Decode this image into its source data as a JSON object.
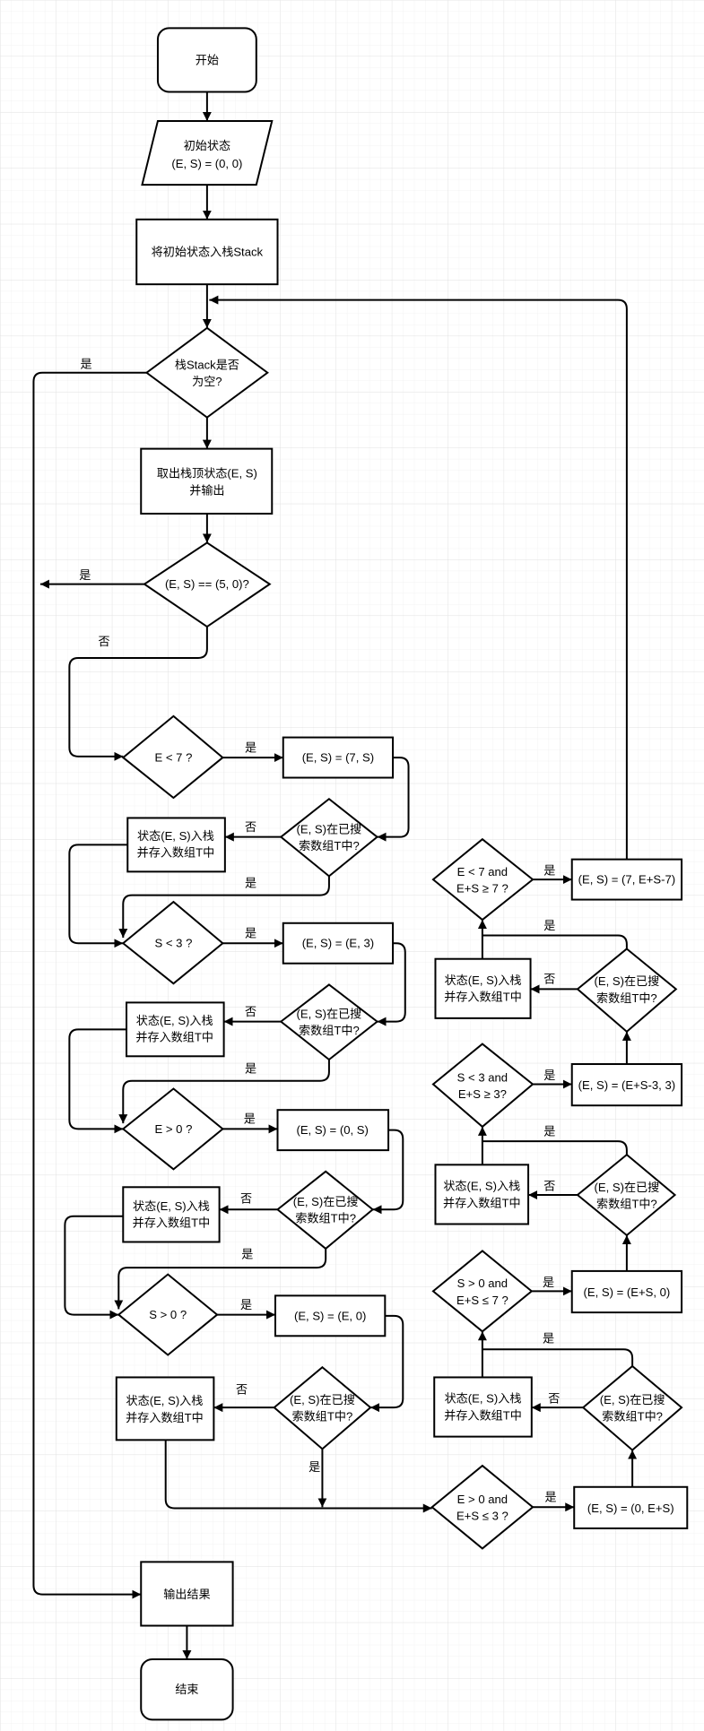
{
  "start": {
    "label": "开始"
  },
  "init_state": {
    "lines": [
      "初始状态",
      "(E, S) = (0, 0)"
    ]
  },
  "push_init": {
    "label": "将初始状态入栈Stack"
  },
  "stack_empty": {
    "lines": [
      "栈Stack是否",
      "为空?"
    ],
    "yes": "是"
  },
  "pop_top": {
    "lines": [
      "取出栈顶状态(E, S)",
      "并输出"
    ]
  },
  "goal_test": {
    "label": "(E, S) == (5, 0)?",
    "yes": "是",
    "no": "否"
  },
  "branches": [
    {
      "condition": [
        "E < 7 ?"
      ],
      "yes": "是",
      "action": "(E, S) = (7, S)",
      "check": [
        "(E, S)在已搜",
        "索数组T中?"
      ],
      "check_no": "否",
      "push": [
        "状态(E, S)入栈",
        "并存入数组T中"
      ],
      "check_yes": "是"
    },
    {
      "condition": [
        "S < 3 ?"
      ],
      "yes": "是",
      "action": "(E, S) = (E, 3)",
      "check": [
        "(E, S)在已搜",
        "索数组T中?"
      ],
      "check_no": "否",
      "push": [
        "状态(E, S)入栈",
        "并存入数组T中"
      ],
      "check_yes": "是"
    },
    {
      "condition": [
        "E > 0 ?"
      ],
      "yes": "是",
      "action": "(E, S) = (0, S)",
      "check": [
        "(E, S)在已搜",
        "索数组T中?"
      ],
      "check_no": "否",
      "push": [
        "状态(E, S)入栈",
        "并存入数组T中"
      ],
      "check_yes": "是"
    },
    {
      "condition": [
        "S > 0 ?"
      ],
      "yes": "是",
      "action": "(E, S) = (E, 0)",
      "check": [
        "(E, S)在已搜",
        "索数组T中?"
      ],
      "check_no": "否",
      "push": [
        "状态(E, S)入栈",
        "并存入数组T中"
      ],
      "check_yes": "是"
    },
    {
      "condition": [
        "E > 0 and",
        "E+S ≤ 3 ?"
      ],
      "yes": "是",
      "action": "(E, S) = (0, E+S)",
      "check": [
        "(E, S)在已搜",
        "索数组T中?"
      ],
      "check_no": "否",
      "push": [
        "状态(E, S)入栈",
        "并存入数组T中"
      ],
      "check_yes": "是"
    },
    {
      "condition": [
        "S > 0 and",
        "E+S ≤ 7 ?"
      ],
      "yes": "是",
      "action": "(E, S) = (E+S, 0)",
      "check": [
        "(E, S)在已搜",
        "索数组T中?"
      ],
      "check_no": "否",
      "push": [
        "状态(E, S)入栈",
        "并存入数组T中"
      ],
      "check_yes": "是"
    },
    {
      "condition": [
        "S < 3 and",
        "E+S ≥ 3?"
      ],
      "yes": "是",
      "action": "(E, S) = (E+S-3, 3)",
      "check": [
        "(E, S)在已搜",
        "索数组T中?"
      ],
      "check_no": "否",
      "push": [
        "状态(E, S)入栈",
        "并存入数组T中"
      ],
      "check_yes": "是"
    },
    {
      "condition": [
        "E < 7 and",
        "E+S ≥ 7 ?"
      ],
      "yes": "是",
      "action": "(E, S) = (7, E+S-7)"
    }
  ],
  "output": {
    "label": "输出结果"
  },
  "end": {
    "label": "结束"
  }
}
